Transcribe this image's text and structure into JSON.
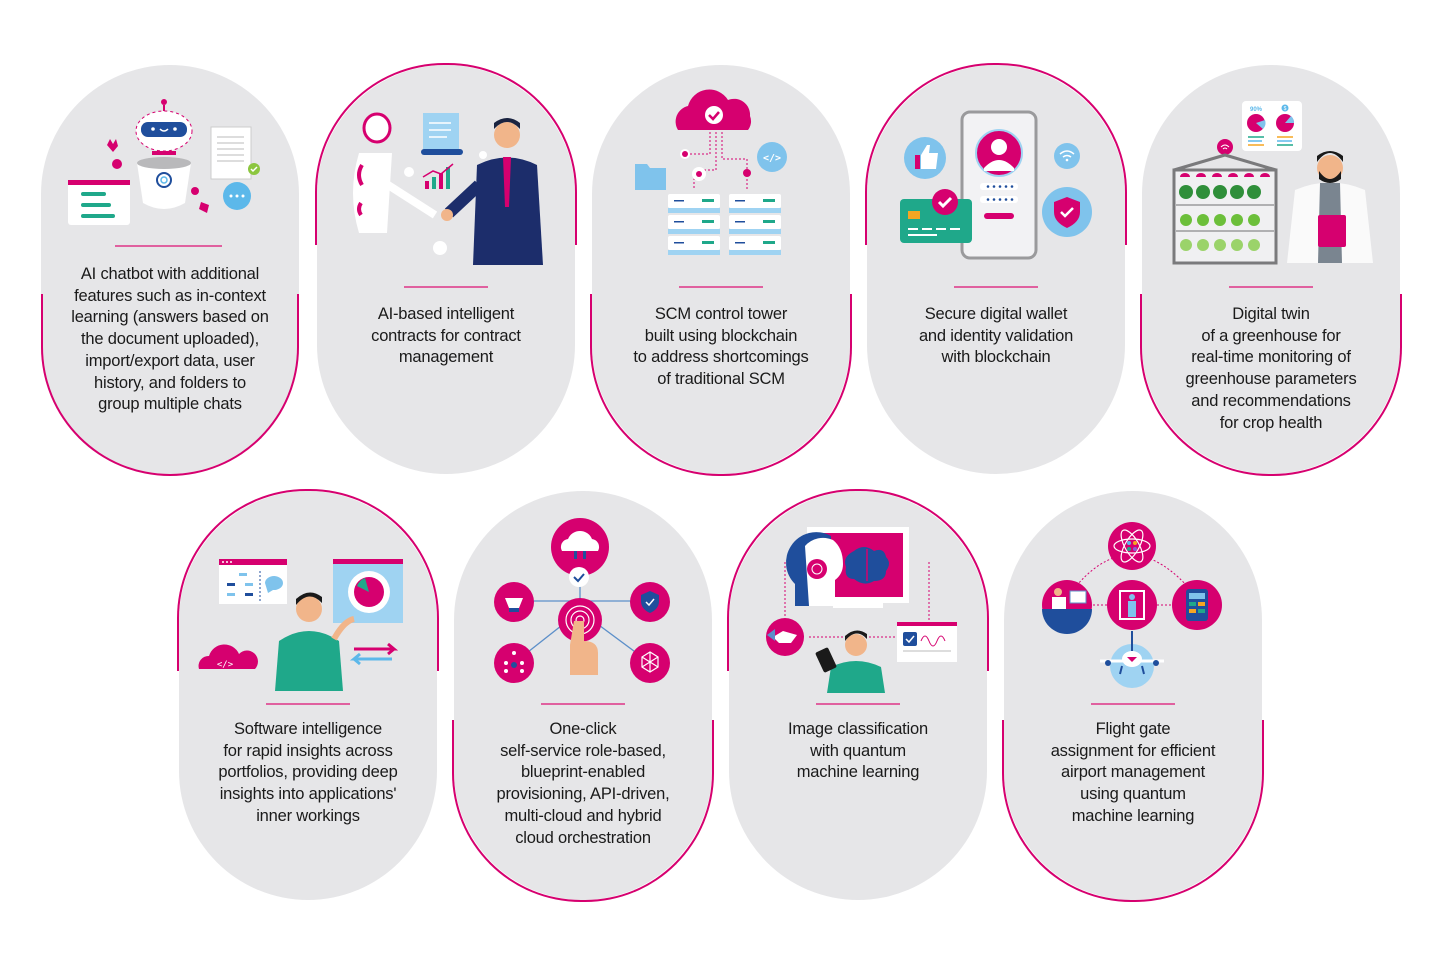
{
  "colors": {
    "card_bg": "#e6e6e8",
    "accent": "#d6006f",
    "divider": "#e0609f",
    "text": "#1a1a1a",
    "blue": "#5cb8ea",
    "navy": "#1f4e9c",
    "teal": "#1fa88a"
  },
  "rows": [
    {
      "cards": [
        {
          "id": "ai-chatbot",
          "outline": "bottom",
          "icon": "robot-chatbot-icon",
          "lines": [
            "AI chatbot with additional",
            "features such as in-context",
            "learning (answers based on",
            "the document uploaded),",
            "import/export data, user",
            "history, and folders to",
            "group multiple chats"
          ]
        },
        {
          "id": "intelligent-contracts",
          "outline": "top",
          "icon": "robot-handshake-icon",
          "lines": [
            "AI-based intelligent",
            "contracts for contract",
            "management"
          ]
        },
        {
          "id": "scm-control-tower",
          "outline": "bottom",
          "icon": "cloud-servers-icon",
          "lines": [
            "SCM control tower",
            "built using blockchain",
            "to address shortcomings",
            "of traditional SCM"
          ]
        },
        {
          "id": "digital-wallet",
          "outline": "top",
          "icon": "phone-wallet-icon",
          "lines": [
            "Secure digital wallet",
            "and identity validation",
            "with blockchain"
          ]
        },
        {
          "id": "greenhouse-twin",
          "outline": "bottom",
          "icon": "greenhouse-scientist-icon",
          "chart_labels": [
            "90%",
            "$"
          ],
          "lines": [
            "Digital twin",
            "of a greenhouse for",
            "real-time monitoring of",
            "greenhouse parameters",
            "and recommendations",
            "for crop health"
          ]
        }
      ]
    },
    {
      "cards": [
        {
          "id": "software-intelligence",
          "outline": "top",
          "icon": "developer-dashboard-icon",
          "code_tag": "</>",
          "lines": [
            "Software intelligence",
            "for rapid insights across",
            "portfolios, providing deep",
            "insights into applications'",
            "inner workings"
          ]
        },
        {
          "id": "one-click-provisioning",
          "outline": "bottom",
          "icon": "cloud-hub-touch-icon",
          "lines": [
            "One-click",
            "self-service role-based,",
            "blueprint-enabled",
            "provisioning, API-driven,",
            "multi-cloud and hybrid",
            "cloud orchestration"
          ]
        },
        {
          "id": "image-classification",
          "outline": "top",
          "icon": "ai-brain-tablet-icon",
          "lines": [
            "Image classification",
            "with quantum",
            "machine learning"
          ]
        },
        {
          "id": "flight-gate",
          "outline": "bottom",
          "icon": "airport-quantum-icon",
          "lines": [
            "Flight gate",
            "assignment for efficient",
            "airport management",
            "using quantum",
            "machine learning"
          ]
        }
      ]
    }
  ]
}
